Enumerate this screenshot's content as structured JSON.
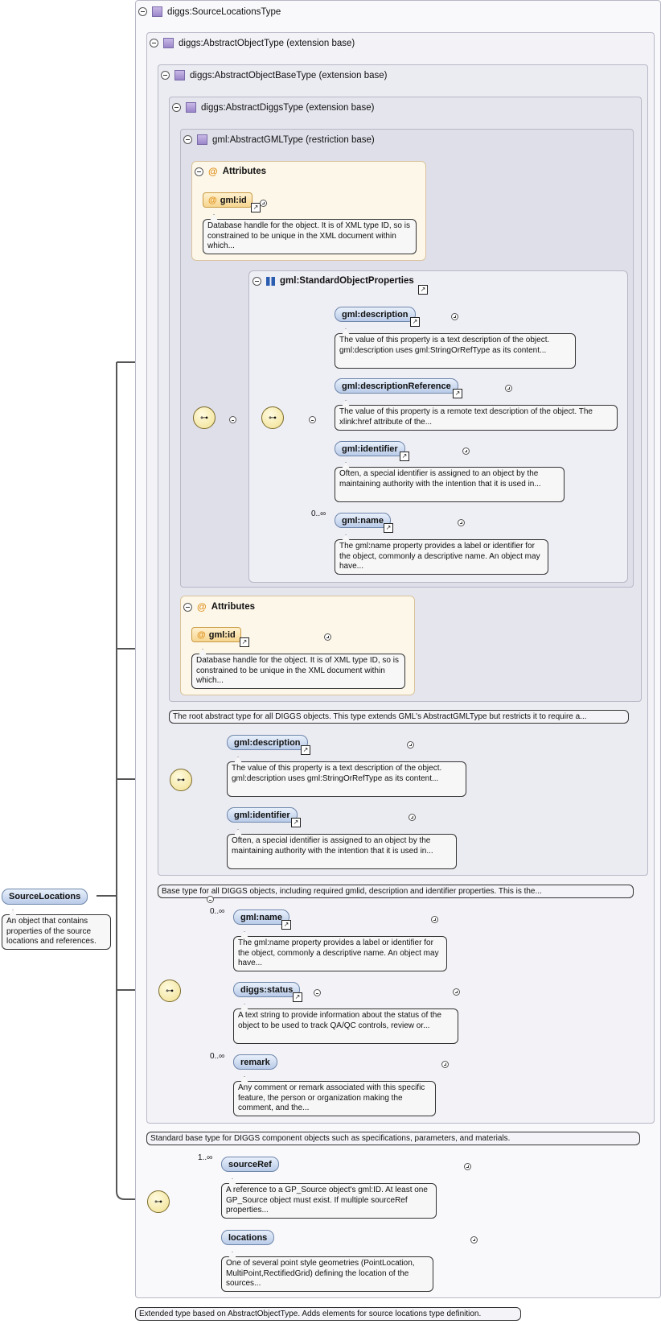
{
  "root": {
    "label": "SourceLocations",
    "doc": "An object that contains properties of the source locations and references."
  },
  "types": {
    "t0": "diggs:SourceLocationsType",
    "t1": "diggs:AbstractObjectType (extension base)",
    "t2": "diggs:AbstractObjectBaseType (extension base)",
    "t3": "diggs:AbstractDiggsType (extension base)",
    "t4": "gml:AbstractGMLType (restriction base)"
  },
  "attributes_inner": {
    "title": "Attributes",
    "name": "gml:id",
    "doc": "Database handle for the object. It is of XML type ID, so is constrained to be unique in the XML document within which..."
  },
  "std_props": {
    "title": "gml:StandardObjectProperties",
    "items": [
      {
        "name": "gml:description",
        "doc": "The value of this property is a text description of the object. gml:description uses gml:StringOrRefType as its content..."
      },
      {
        "name": "gml:descriptionReference",
        "doc": "The value of this property is a remote text description of the object. The xlink:href attribute of the..."
      },
      {
        "name": "gml:identifier",
        "doc": "Often, a special identifier is assigned to an object by the maintaining authority with the intention that it is used in..."
      },
      {
        "name": "gml:name",
        "card": "0..∞",
        "doc": "The gml:name property provides a label or identifier for the object, commonly a descriptive name. An object may have..."
      }
    ]
  },
  "attributes_outer": {
    "title": "Attributes",
    "name": "gml:id",
    "doc": "Database handle for the object. It is of XML type ID, so is constrained to be unique in the XML document within which..."
  },
  "t3_doc": "The root abstract type for all DIGGS objects. This type extends GML's AbstractGMLType but restricts it to require a...",
  "t2_items": [
    {
      "name": "gml:description",
      "doc": "The value of this property is a text description of the object. gml:description uses gml:StringOrRefType as its content..."
    },
    {
      "name": "gml:identifier",
      "doc": "Often, a special identifier is assigned to an object by the maintaining authority with the intention that it is used in..."
    }
  ],
  "t2_doc": "Base type for all DIGGS objects, including required gmlid, description and identifier properties. This is the...",
  "t1_items": [
    {
      "name": "gml:name",
      "card": "0..∞",
      "doc": "The gml:name property provides a label or identifier for the object, commonly a descriptive name. An object may have..."
    },
    {
      "name": "diggs:status",
      "doc": "A text string to provide information about the status of the object to be used to track QA/QC controls, review or..."
    },
    {
      "name": "remark",
      "card": "0..∞",
      "doc": "Any comment or remark associated with this specific feature, the person or organization making the comment, and the..."
    }
  ],
  "t1_doc": "Standard base type for DIGGS component objects such as specifications, parameters, and materials.",
  "t0_items": [
    {
      "name": "sourceRef",
      "card": "1..∞",
      "doc": "A reference to a GP_Source object's gml:ID. At least one GP_Source object must exist. If multiple sourceRef properties..."
    },
    {
      "name": "locations",
      "doc": "One of several point style geometries (PointLocation, MultiPoint,RectifiedGrid) defining the location of the sources..."
    }
  ],
  "t0_doc": "Extended type based on AbstractObjectType. Adds elements for source locations type definition.",
  "icons": {
    "ref": "↗",
    "seq": "⊶"
  }
}
